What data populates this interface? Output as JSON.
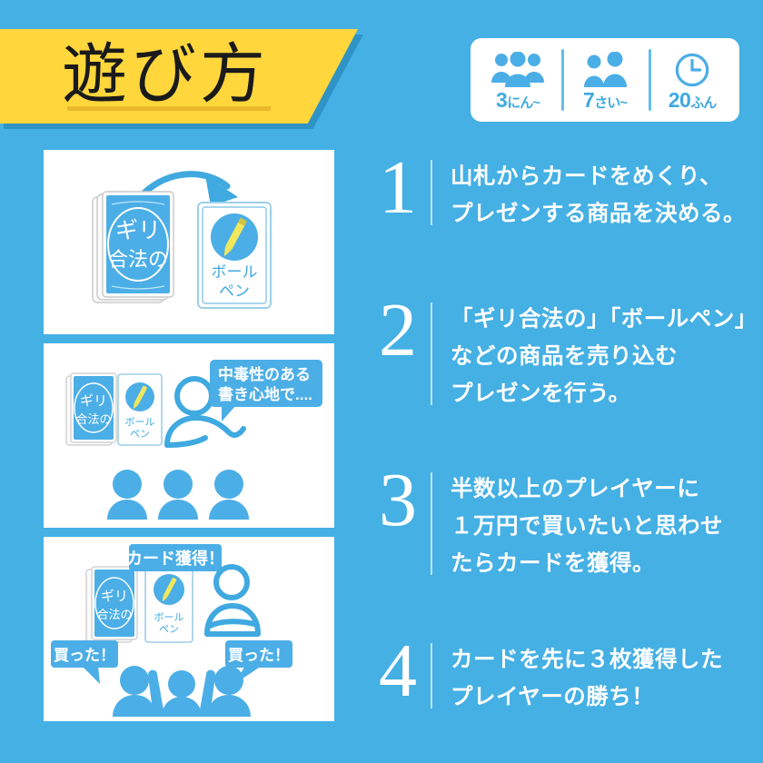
{
  "page": {
    "background_color": "#45b0e4",
    "title": "遊び方",
    "accent_yellow": "#ffd63c",
    "accent_blue": "#3fa9e0"
  },
  "badges": [
    {
      "icon": "three-people-icon",
      "value": "3",
      "unit": "にん~"
    },
    {
      "icon": "two-people-icon",
      "value": "7",
      "unit": "さい~"
    },
    {
      "icon": "clock-icon",
      "value": "20",
      "unit": "ふん"
    }
  ],
  "cards": {
    "deck_card_line1": "ギリ",
    "deck_card_line2": "合法の",
    "product_card_line1": "ボール",
    "product_card_line2": "ペン"
  },
  "panels": [
    {
      "name": "panel-draw-card",
      "bubbles": []
    },
    {
      "name": "panel-presentation",
      "bubbles": [
        {
          "text_line1": "中毒性のある",
          "text_line2": "書き心地で...."
        }
      ]
    },
    {
      "name": "panel-card-acquired",
      "bubbles": [
        {
          "text": "カード獲得！"
        },
        {
          "text": "買った！"
        },
        {
          "text": "買った！"
        }
      ]
    }
  ],
  "steps": [
    {
      "number": "1",
      "lines": [
        "山札からカードをめくり、",
        "プレゼンする商品を決める。"
      ]
    },
    {
      "number": "2",
      "lines": [
        "「ギリ合法の」「ボールペン」",
        "などの商品を売り込む",
        "プレゼンを行う。"
      ]
    },
    {
      "number": "3",
      "lines": [
        "半数以上のプレイヤーに",
        "１万円で買いたいと思わせ",
        "たらカードを獲得。"
      ]
    },
    {
      "number": "4",
      "lines": [
        "カードを先に３枚獲得した",
        "プレイヤーの勝ち！"
      ]
    }
  ]
}
